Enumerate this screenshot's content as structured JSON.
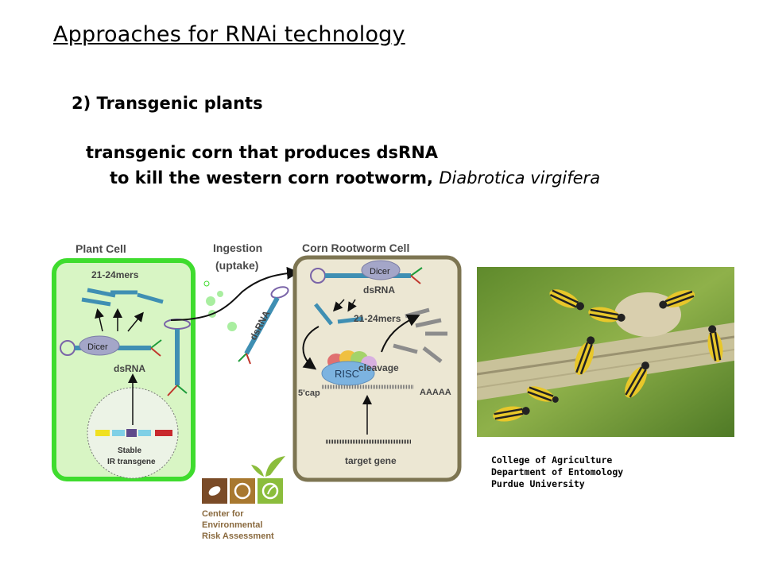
{
  "slide": {
    "title": "Approaches for RNAi technology",
    "subheading": "2) Transgenic plants",
    "description_line1": "transgenic corn that produces dsRNA",
    "description_line2_prefix": "to kill the western corn rootworm, ",
    "description_line2_species": "Diabrotica virgifera"
  },
  "diagram": {
    "plant_cell_label": "Plant Cell",
    "ingestion_label_line1": "Ingestion",
    "ingestion_label_line2": "(uptake)",
    "rootworm_cell_label": "Corn Rootworm Cell",
    "plant_mers": "21-24mers",
    "plant_dicer": "Dicer",
    "plant_dsrna": "dsRNA",
    "stable_line1": "Stable",
    "stable_line2": "IR transgene",
    "transit_dsrna": "dsRNA",
    "rw_dicer": "Dicer",
    "rw_dsrna": "dsRNA",
    "rw_mers": "21-24mers",
    "risc": "RISC",
    "cleavage": "cleavage",
    "five_cap": "5'cap",
    "poly_a": "AAAAA",
    "target_gene": "target gene",
    "colors": {
      "plant_cell_border": "#3fdc2e",
      "plant_cell_fill": "#d8f5c4",
      "rootworm_border": "#7d7552",
      "rootworm_fill": "#ece7d3",
      "rna": "#3f8fb3"
    }
  },
  "credit": {
    "line1": "College of Agriculture",
    "line2": "Department of Entomology",
    "line3": "Purdue University"
  },
  "cera": {
    "line1": "Center for",
    "line2": "Environmental",
    "line3": "Risk Assessment"
  }
}
